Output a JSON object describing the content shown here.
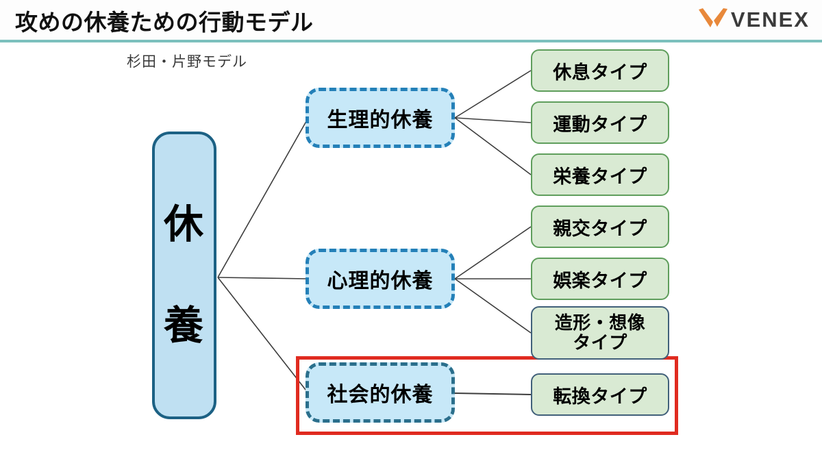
{
  "header": {
    "title": "攻めの休養ための行動モデル",
    "divider_color": "#7cc0bd",
    "brand": {
      "name": "VENEX",
      "mark_icon": "venex-v-mark-icon",
      "mark_color": "#e8883a",
      "word_color": "#3b3b3b"
    }
  },
  "subtitle": "杉田・片野モデル",
  "diagram": {
    "type": "tree",
    "root": {
      "label": "休養",
      "characters": [
        "休",
        "養"
      ],
      "fill": "#bfe0f2",
      "border": "#1c6184"
    },
    "categories": [
      {
        "id": "physiological",
        "label": "生理的休養",
        "fill": "#c7e8f8",
        "border": "#2480b8",
        "border_style": "dashed",
        "leaf_ids": [
          "rest",
          "exercise",
          "nutrition"
        ]
      },
      {
        "id": "psychological",
        "label": "心理的休養",
        "fill": "#c7e8f8",
        "border": "#2480b8",
        "border_style": "dashed",
        "leaf_ids": [
          "friendship",
          "entertainment",
          "creative"
        ]
      },
      {
        "id": "social",
        "label": "社会的休養",
        "fill": "#c7e8f8",
        "border": "#2b6f8c",
        "border_style": "dashed",
        "leaf_ids": [
          "transition"
        ]
      }
    ],
    "leaves": [
      {
        "id": "rest",
        "label": "休息タイプ",
        "lines": [
          "休息タイプ"
        ],
        "fill": "#d9ead3",
        "border": "#5f9e5c"
      },
      {
        "id": "exercise",
        "label": "運動タイプ",
        "lines": [
          "運動タイプ"
        ],
        "fill": "#d9ead3",
        "border": "#5f9e5c"
      },
      {
        "id": "nutrition",
        "label": "栄養タイプ",
        "lines": [
          "栄養タイプ"
        ],
        "fill": "#d9ead3",
        "border": "#5f9e5c"
      },
      {
        "id": "friendship",
        "label": "親交タイプ",
        "lines": [
          "親交タイプ"
        ],
        "fill": "#d9ead3",
        "border": "#5f9e5c"
      },
      {
        "id": "entertainment",
        "label": "娯楽タイプ",
        "lines": [
          "娯楽タイプ"
        ],
        "fill": "#d9ead3",
        "border": "#5f9e5c"
      },
      {
        "id": "creative",
        "label": "造形・想像タイプ",
        "lines": [
          "造形・想像",
          "タイプ"
        ],
        "fill": "#d9ead3",
        "border": "#41607a"
      },
      {
        "id": "transition",
        "label": "転換タイプ",
        "lines": [
          "転換タイプ"
        ],
        "fill": "#d9ead3",
        "border": "#41607a"
      }
    ],
    "highlight": {
      "color": "#e02b20",
      "covers": [
        "social",
        "transition"
      ]
    },
    "connector_color": "#3d3d3d"
  }
}
